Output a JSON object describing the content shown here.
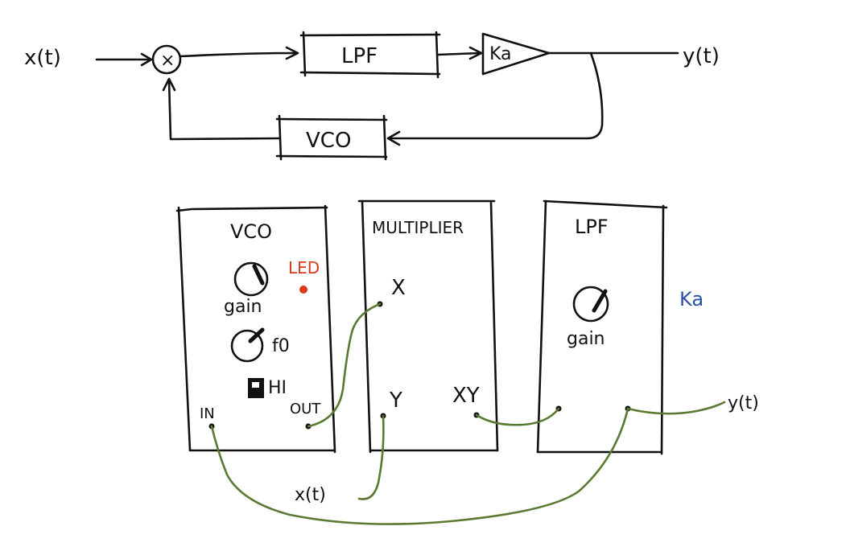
{
  "colors": {
    "ink": "#111111",
    "wire": "#5a7a32",
    "led": "#d9391c",
    "ka_note": "#2a4fa8"
  },
  "block_diagram": {
    "input_label": "x(t)",
    "multiplier_symbol": "×",
    "lpf_label": "LPF",
    "gain_label": "Ka",
    "output_label": "y(t)",
    "vco_label": "VCO"
  },
  "modules": {
    "vco": {
      "title": "VCO",
      "led_label": "LED",
      "gain_knob_label": "gain",
      "f0_knob_label": "f0",
      "switch_label": "HI",
      "in_jack_label": "IN",
      "out_jack_label": "OUT"
    },
    "multiplier": {
      "title": "MULTIPLIER",
      "x_jack_label": "X",
      "y_jack_label": "Y",
      "xy_jack_label": "XY"
    },
    "lpf": {
      "title": "LPF",
      "gain_knob_label": "gain"
    }
  },
  "annotations": {
    "ka_note": "Ka",
    "patch_output_label": "y(t)",
    "patch_input_label": "x(t)"
  }
}
